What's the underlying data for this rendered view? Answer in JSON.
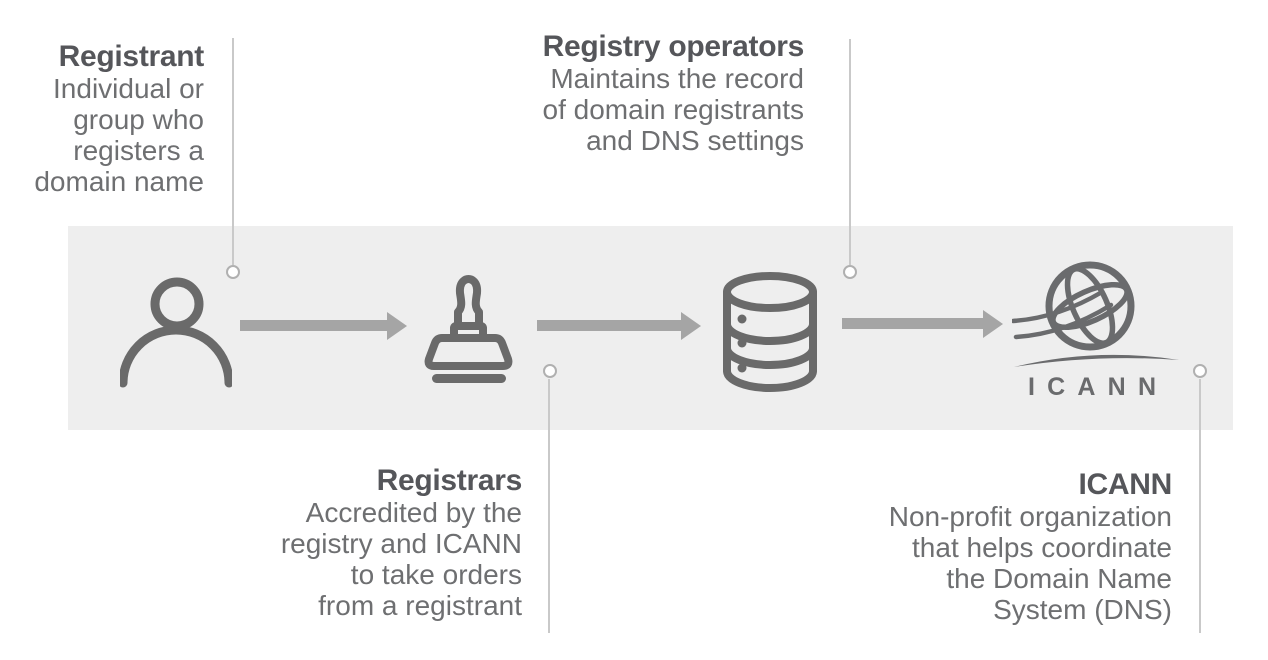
{
  "labels": {
    "registrant": {
      "title": "Registrant",
      "lines": [
        "Individual or",
        "group who",
        "registers a",
        "domain name"
      ]
    },
    "registrars": {
      "title": "Registrars",
      "lines": [
        "Accredited by the",
        "registry and ICANN",
        "to take orders",
        "from a registrant"
      ]
    },
    "registry_operators": {
      "title": "Registry operators",
      "lines": [
        "Maintains the record",
        "of domain registrants",
        "and DNS settings"
      ]
    },
    "icann": {
      "title": "ICANN",
      "lines": [
        "Non-profit organization",
        "that helps coordinate",
        "the Domain Name",
        "System (DNS)"
      ]
    }
  },
  "icann_logo": {
    "wordmark": "ICANN"
  },
  "icons": {
    "person": "person-icon",
    "stamp": "stamp-icon",
    "database": "database-icon",
    "icann": "icann-globe-logo"
  },
  "colors": {
    "band_background": "#eeeeee",
    "icon_color": "#6a6a6a",
    "arrow_color": "#a5a5a5",
    "title_color": "#55565a",
    "body_color": "#6e6f71",
    "connector_color": "#c9c9c9",
    "dot_border_color": "#b0b0b0",
    "logo_color": "#6a6b6d"
  }
}
